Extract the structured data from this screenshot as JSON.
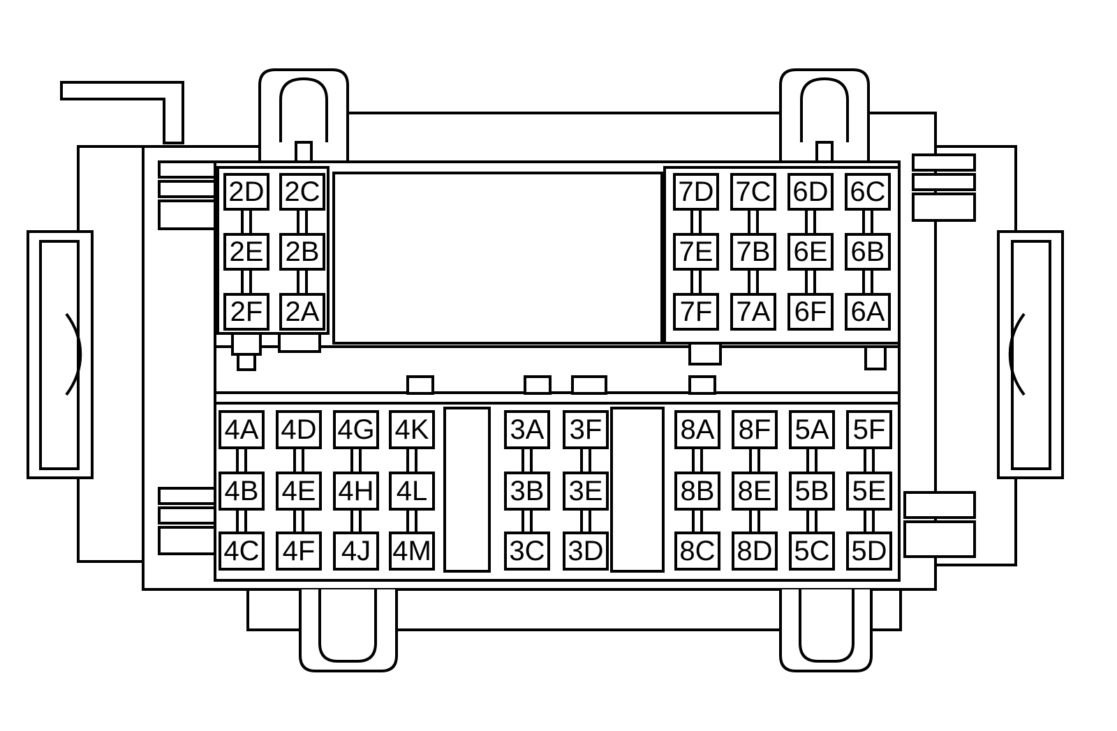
{
  "diagram": {
    "kind": "fuse-block-connector-diagram",
    "background": "#ffffff",
    "line_color": "#000000",
    "groups": [
      {
        "id": "connector-2",
        "rows": [
          [
            "2D",
            "2C"
          ],
          [
            "2E",
            "2B"
          ],
          [
            "2F",
            "2A"
          ]
        ]
      },
      {
        "id": "connector-7-6",
        "rows": [
          [
            "7D",
            "7C",
            "6D",
            "6C"
          ],
          [
            "7E",
            "7B",
            "6E",
            "6B"
          ],
          [
            "7F",
            "7A",
            "6F",
            "6A"
          ]
        ]
      },
      {
        "id": "connector-4",
        "rows": [
          [
            "4A",
            "4D",
            "4G",
            "4K"
          ],
          [
            "4B",
            "4E",
            "4H",
            "4L"
          ],
          [
            "4C",
            "4F",
            "4J",
            "4M"
          ]
        ]
      },
      {
        "id": "connector-3",
        "rows": [
          [
            "3A",
            "3F"
          ],
          [
            "3B",
            "3E"
          ],
          [
            "3C",
            "3D"
          ]
        ]
      },
      {
        "id": "connector-8-5",
        "rows": [
          [
            "8A",
            "8F",
            "5A",
            "5F"
          ],
          [
            "8B",
            "8E",
            "5B",
            "5E"
          ],
          [
            "8C",
            "8D",
            "5C",
            "5D"
          ]
        ]
      }
    ]
  }
}
